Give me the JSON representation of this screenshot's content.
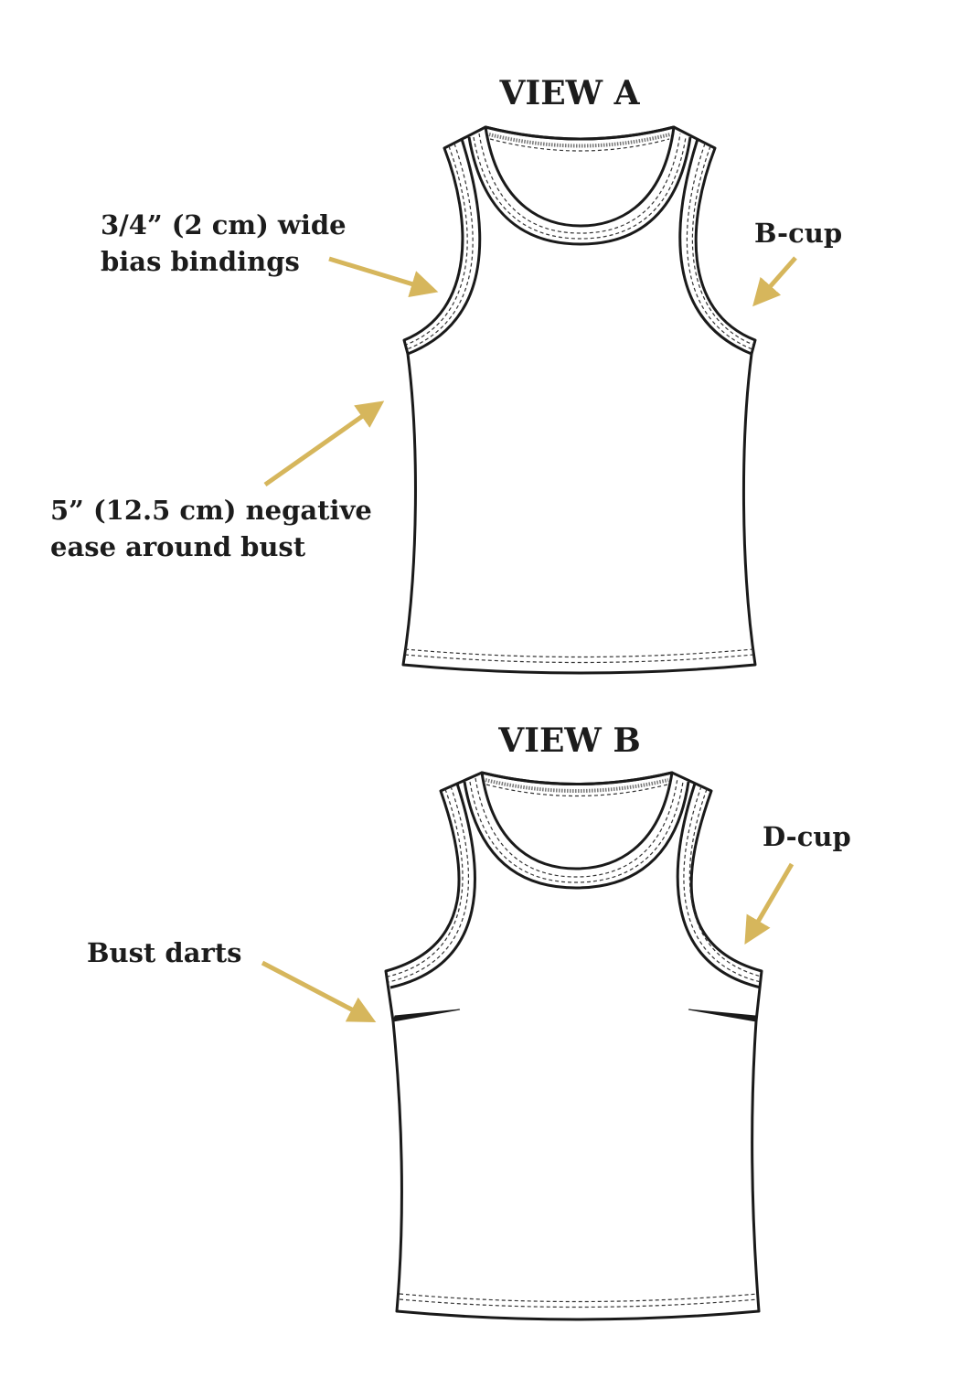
{
  "views": [
    {
      "title": "VIEW A",
      "annotations": {
        "bindings": [
          "3/4” (2 cm) wide",
          "bias bindings"
        ],
        "cup": "B-cup",
        "ease": [
          "5” (12.5 cm) negative",
          "ease around bust"
        ]
      }
    },
    {
      "title": "VIEW B",
      "annotations": {
        "darts": "Bust darts",
        "cup": "D-cup"
      }
    }
  ],
  "colors": {
    "arrow": "#d6b65c",
    "lining": "#c6c7c2",
    "outline": "#1a1a1a"
  }
}
